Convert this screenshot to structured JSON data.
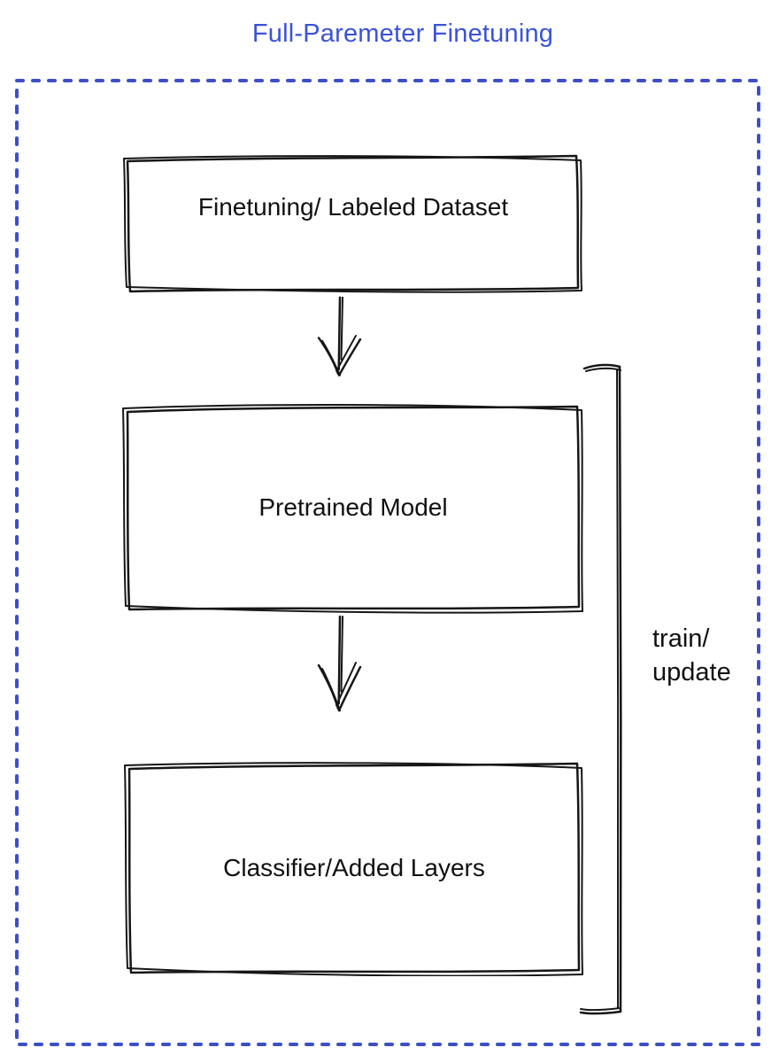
{
  "title": {
    "text": "Full-Paremeter Finetuning"
  },
  "colors": {
    "title_text": "#3a52d9",
    "frame_border": "#3c4fc7",
    "sketch_stroke": "#161616",
    "label_text": "#111111"
  },
  "boxes": [
    {
      "name": "finetuning-dataset",
      "label": "Finetuning/ Labeled Dataset",
      "fill": "#8a9099"
    },
    {
      "name": "pretrained-model",
      "label": "Pretrained Model",
      "fill": "#4b6ef0"
    },
    {
      "name": "classifier-added-layers",
      "label": "Classifier/Added Layers",
      "fill": "#41bf58"
    }
  ],
  "arrows": [
    {
      "from": "finetuning-dataset",
      "to": "pretrained-model"
    },
    {
      "from": "pretrained-model",
      "to": "classifier-added-layers"
    }
  ],
  "bracket": {
    "line1": "train/",
    "line2": "update"
  }
}
